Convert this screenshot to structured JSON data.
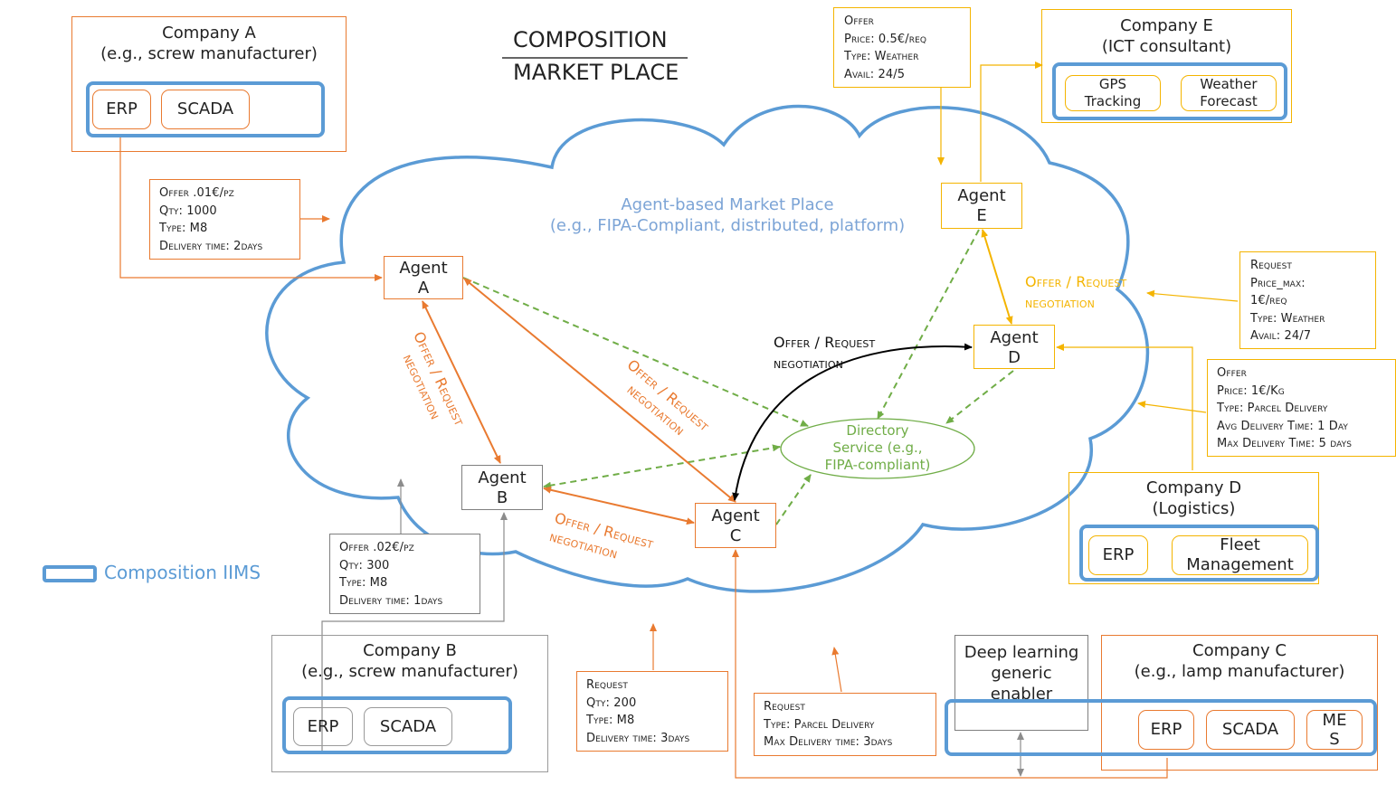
{
  "title": {
    "line1": "COMPOSITION",
    "line2": "MARKET PLACE"
  },
  "cloud": {
    "label1": "Agent-based Market Place",
    "label2": "(e.g., FIPA-Compliant, distributed,  platform)"
  },
  "directory": {
    "l1": "Directory",
    "l2": "Service (e.g.,",
    "l3": "FIPA-compliant)"
  },
  "agents": {
    "a": {
      "l1": "Agent",
      "l2": "A"
    },
    "b": {
      "l1": "Agent",
      "l2": "B"
    },
    "c": {
      "l1": "Agent",
      "l2": "C"
    },
    "d": {
      "l1": "Agent",
      "l2": "D"
    },
    "e": {
      "l1": "Agent",
      "l2": "E"
    }
  },
  "negotiation": {
    "l1": "Offer / Request",
    "l2": "negotiation"
  },
  "companies": {
    "a": {
      "l1": "Company A",
      "l2": "(e.g., screw manufacturer)",
      "items": [
        "ERP",
        "SCADA"
      ]
    },
    "b": {
      "l1": "Company B",
      "l2": "(e.g., screw manufacturer)",
      "items": [
        "ERP",
        "SCADA"
      ]
    },
    "c": {
      "l1": "Company C",
      "l2": "(e.g., lamp  manufacturer)",
      "items": [
        "ERP",
        "SCADA",
        "ME",
        "S"
      ]
    },
    "d": {
      "l1": "Company D",
      "l2": "(Logistics)",
      "items": [
        "ERP",
        "Fleet",
        "Management"
      ]
    },
    "e": {
      "l1": "Company E",
      "l2": "(ICT consultant)",
      "items": [
        "GPS",
        "Tracking",
        "Weather",
        "Forecast"
      ]
    }
  },
  "deep_learning": {
    "l1": "Deep learning",
    "l2": "generic",
    "l3": "enabler"
  },
  "legend": {
    "label": "Composition IIMS"
  },
  "messages": {
    "offer_a": [
      "Offer .01€/pz",
      "Qty: 1000",
      "Type: M8",
      "Delivery time:  2days"
    ],
    "offer_b": [
      "Offer .02€/pz",
      "Qty: 300",
      "Type: M8",
      "Delivery time:  1days"
    ],
    "request_c1": [
      "Request",
      "Qty: 200",
      "Type: M8",
      "Delivery time:  3days"
    ],
    "request_c2": [
      "Request",
      "Type:  Parcel Delivery",
      "Max Delivery time:  3days"
    ],
    "offer_e": [
      "Offer",
      "Price: 0.5€/req",
      "Type: Weather",
      "Avail: 24/5"
    ],
    "request_d": [
      "Request",
      "Price_max:",
      "1€/req",
      "Type: Weather",
      "Avail: 24/7"
    ],
    "offer_d": [
      "Offer",
      "Price: 1€/Kg",
      "Type: Parcel Delivery",
      "Avg Delivery Time:  1 Day",
      "Max Delivery Time:  5 days"
    ]
  },
  "colors": {
    "orange": "#e97a30",
    "yellow": "#f4b400",
    "blue": "#5b9bd5",
    "green": "#70ad47",
    "grey": "#7f7f7f",
    "black": "#000000"
  }
}
